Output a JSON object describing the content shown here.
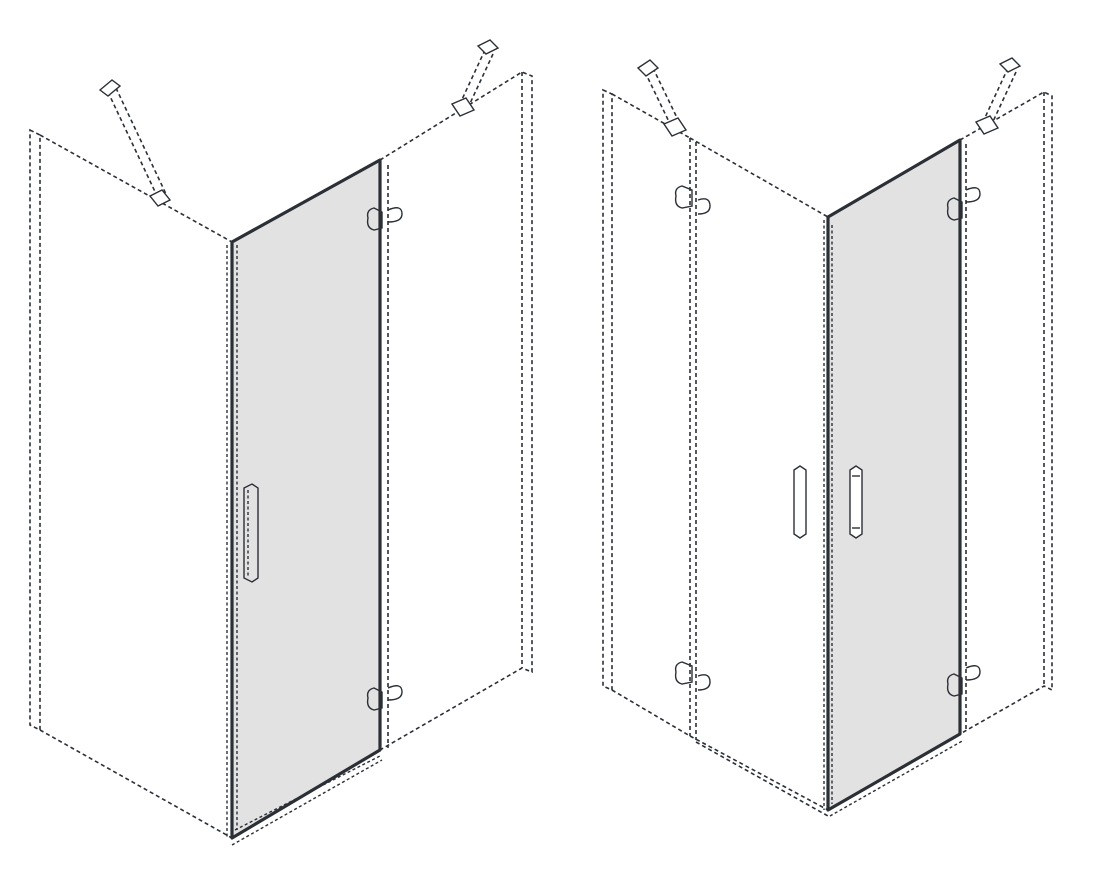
{
  "figure": {
    "views": [
      {
        "id": "left-view",
        "highlighted_part": "hinged-door-panel",
        "door_fill": "#e2e2e2",
        "components": [
          "fixed-side-panel",
          "fixed-front-panel",
          "hinged-door-panel",
          "wall-brace",
          "hinge-top",
          "hinge-bottom",
          "door-handle"
        ]
      },
      {
        "id": "right-view",
        "highlighted_part": "hinged-door-panel",
        "door_fill": "#e2e2e2",
        "components": [
          "fixed-side-panel",
          "hinged-door-panel",
          "second-door-panel",
          "wall-brace",
          "hinge-top",
          "hinge-bottom",
          "door-handle"
        ]
      }
    ],
    "line_color": "#2b2f36",
    "background": "#ffffff"
  }
}
